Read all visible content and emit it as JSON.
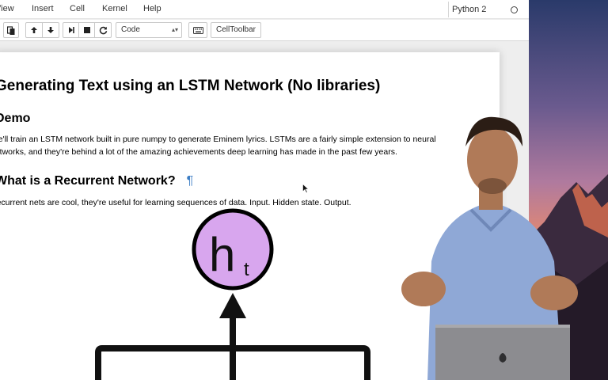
{
  "menubar": {
    "items": [
      "View",
      "Insert",
      "Cell",
      "Kernel",
      "Help"
    ],
    "kernel_name": "Python 2"
  },
  "toolbar": {
    "cell_type": "Code",
    "celltoolbar_label": "CellToolbar",
    "icons": [
      "paste-icon",
      "move-up-icon",
      "move-down-icon",
      "run-icon",
      "stop-icon",
      "restart-icon",
      "keyboard-icon"
    ]
  },
  "notebook": {
    "title": "Generating Text using an LSTM Network (No libraries)",
    "demo_heading": "Demo",
    "demo_text": "We'll train an LSTM network built in pure numpy to generate Eminem lyrics. LSTMs are a fairly simple extension to neural networks, and they're behind a lot of the amazing achievements deep learning has made in the past few years.",
    "rnn_heading": "What is a Recurrent Network?",
    "anchor_symbol": "¶",
    "rnn_text": "Recurrent nets are cool, they're useful for learning sequences of data. Input. Hidden state. Output.",
    "diagram": {
      "node_letter": "h",
      "node_subscript": "t",
      "node_color": "#d8a6ee"
    }
  }
}
